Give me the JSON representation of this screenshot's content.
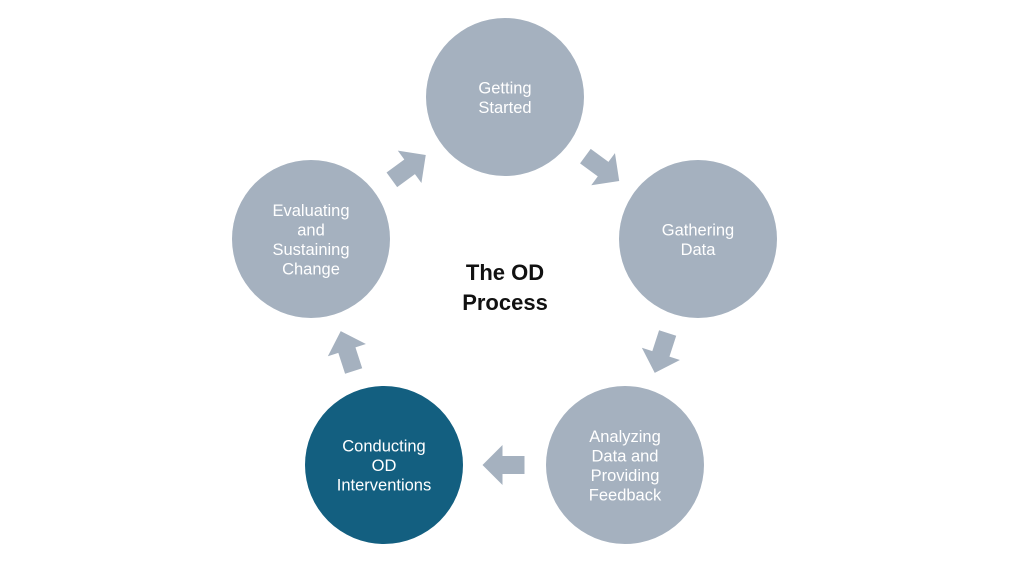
{
  "diagram": {
    "title_lines": [
      "The OD",
      "Process"
    ],
    "colors": {
      "step_fill": "#a5b1bf",
      "active_step_fill": "#135f80",
      "arrow_fill": "#a5b1bf",
      "step_text": "#ffffff",
      "title_text": "#111111"
    },
    "steps": [
      {
        "id": "getting-started",
        "lines": [
          "Getting",
          "Started"
        ],
        "active": false
      },
      {
        "id": "gathering-data",
        "lines": [
          "Gathering",
          "Data"
        ],
        "active": false
      },
      {
        "id": "analyzing-data-and-providing-feedback",
        "lines": [
          "Analyzing",
          "Data and",
          "Providing",
          "Feedback"
        ],
        "active": false
      },
      {
        "id": "conducting-od-interventions",
        "lines": [
          "Conducting",
          "OD",
          "Interventions"
        ],
        "active": true
      },
      {
        "id": "evaluating-and-sustaining-change",
        "lines": [
          "Evaluating",
          "and",
          "Sustaining",
          "Change"
        ],
        "active": false
      }
    ],
    "arrows": [
      {
        "from": "getting-started",
        "to": "gathering-data"
      },
      {
        "from": "gathering-data",
        "to": "analyzing-data-and-providing-feedback"
      },
      {
        "from": "analyzing-data-and-providing-feedback",
        "to": "conducting-od-interventions"
      },
      {
        "from": "conducting-od-interventions",
        "to": "evaluating-and-sustaining-change"
      },
      {
        "from": "evaluating-and-sustaining-change",
        "to": "getting-started"
      }
    ]
  }
}
